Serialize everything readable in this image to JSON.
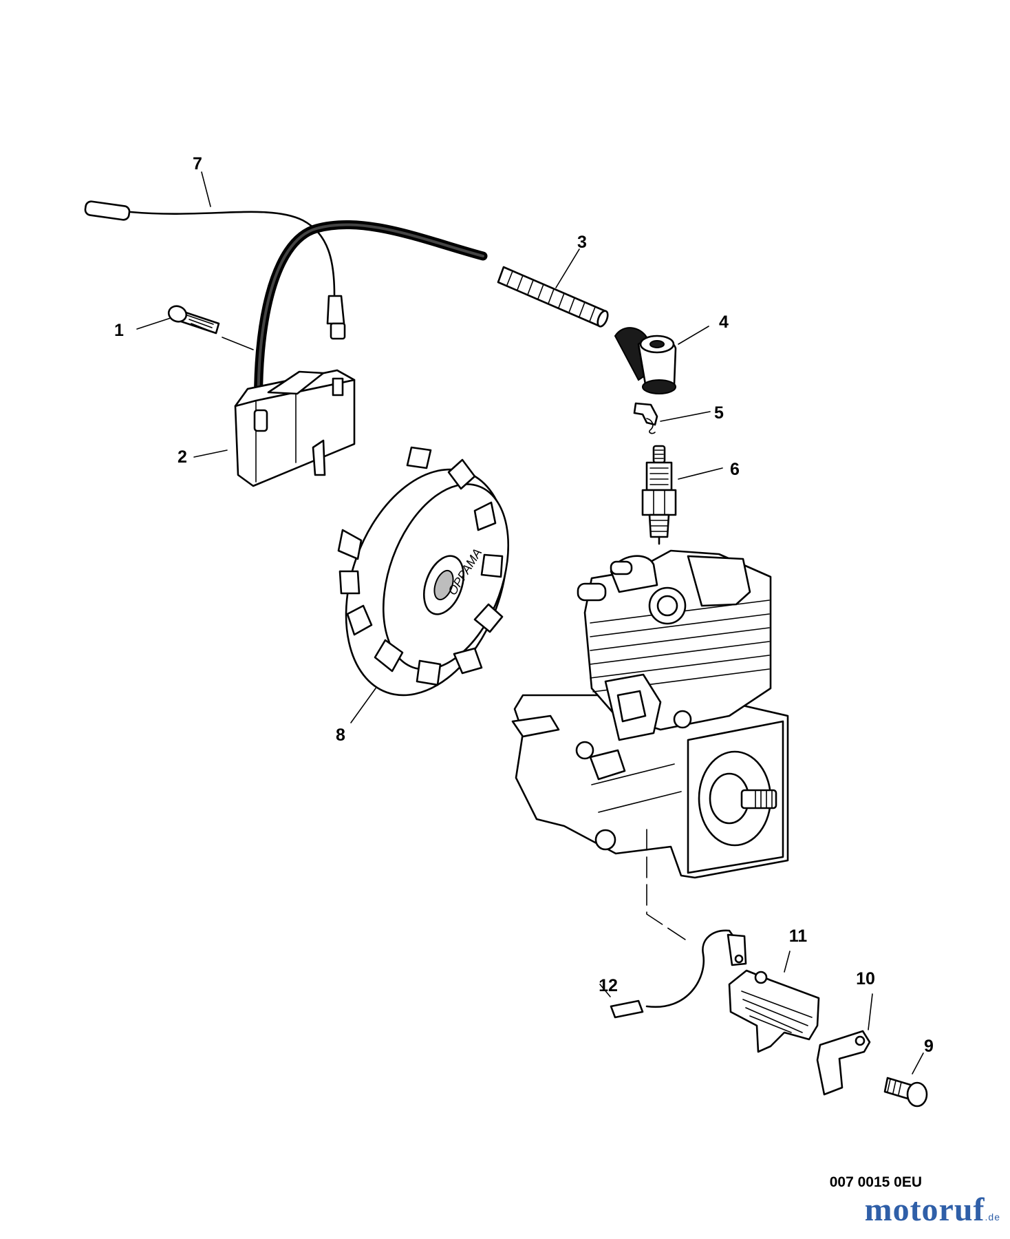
{
  "part_labels": [
    {
      "id": "1",
      "text": "1"
    },
    {
      "id": "2",
      "text": "2"
    },
    {
      "id": "3",
      "text": "3"
    },
    {
      "id": "4",
      "text": "4"
    },
    {
      "id": "5",
      "text": "5"
    },
    {
      "id": "6",
      "text": "6"
    },
    {
      "id": "7",
      "text": "7"
    },
    {
      "id": "8",
      "text": "8"
    },
    {
      "id": "9",
      "text": "9"
    },
    {
      "id": "10",
      "text": "10"
    },
    {
      "id": "11",
      "text": "11"
    },
    {
      "id": "12",
      "text": "12"
    }
  ],
  "flywheel_text": "OPPAMA",
  "reference_code": "007 0015 0EU",
  "watermark": {
    "main": "motoruf",
    "tld": ".de"
  }
}
